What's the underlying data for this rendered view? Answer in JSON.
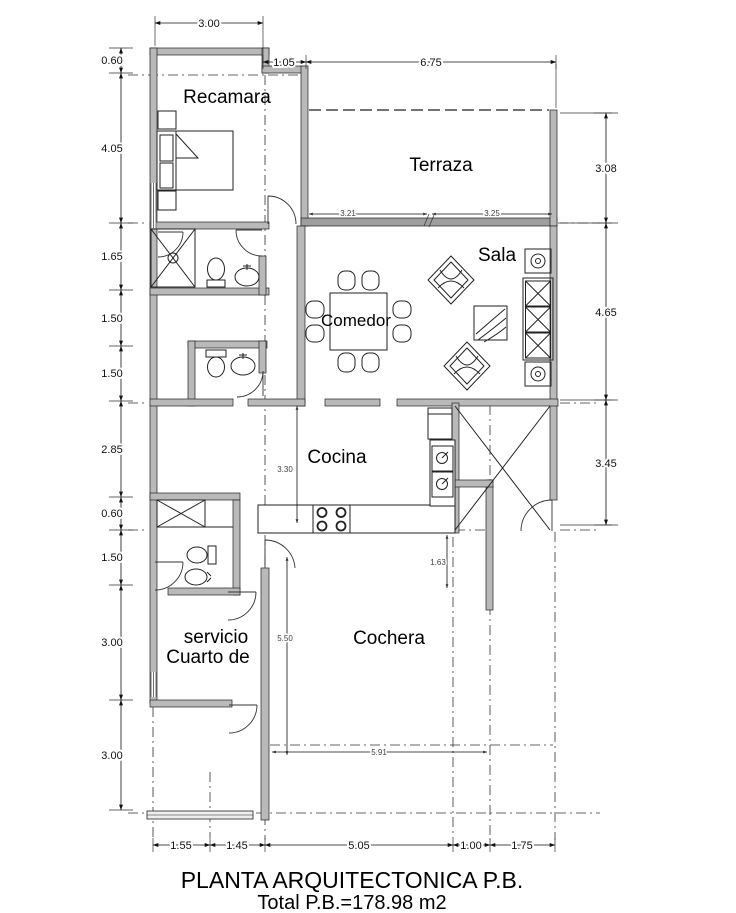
{
  "drawing": {
    "title_line1": "PLANTA ARQUITECTONICA P.B.",
    "title_line2": "Total P.B.=178.98 m2"
  },
  "rooms": {
    "recamara": "Recamara",
    "terraza": "Terraza",
    "sala": "Sala",
    "comedor": "Comedor",
    "cocina": "Cocina",
    "cochera": "Cochera",
    "cuarto_servicio_line1": "servicio",
    "cuarto_servicio_line2": "Cuarto de"
  },
  "dimensions": {
    "top_bedroom_width": "3.00",
    "top_offset": "1.05",
    "top_terrace_width": "6.75",
    "left": [
      "0.60",
      "4.05",
      "1.65",
      "1.50",
      "1.50",
      "2.85",
      "0.60",
      "1.50",
      "3.00",
      "3.00"
    ],
    "right": [
      "3.08",
      "4.65",
      "3.45"
    ],
    "bottom": [
      "1.55",
      "1.45",
      "5.05",
      "1.00",
      "1.75"
    ],
    "inline": {
      "terrace_a": "3.21",
      "terrace_b": "3.25",
      "kitchen_height": "3.30",
      "patio_width": "1.63",
      "garage_height": "5.50",
      "garage_width": "5.91"
    }
  },
  "colors": {
    "line": "#1a1a1a",
    "wall_fill": "#b9b9b9",
    "background": "#ffffff"
  }
}
